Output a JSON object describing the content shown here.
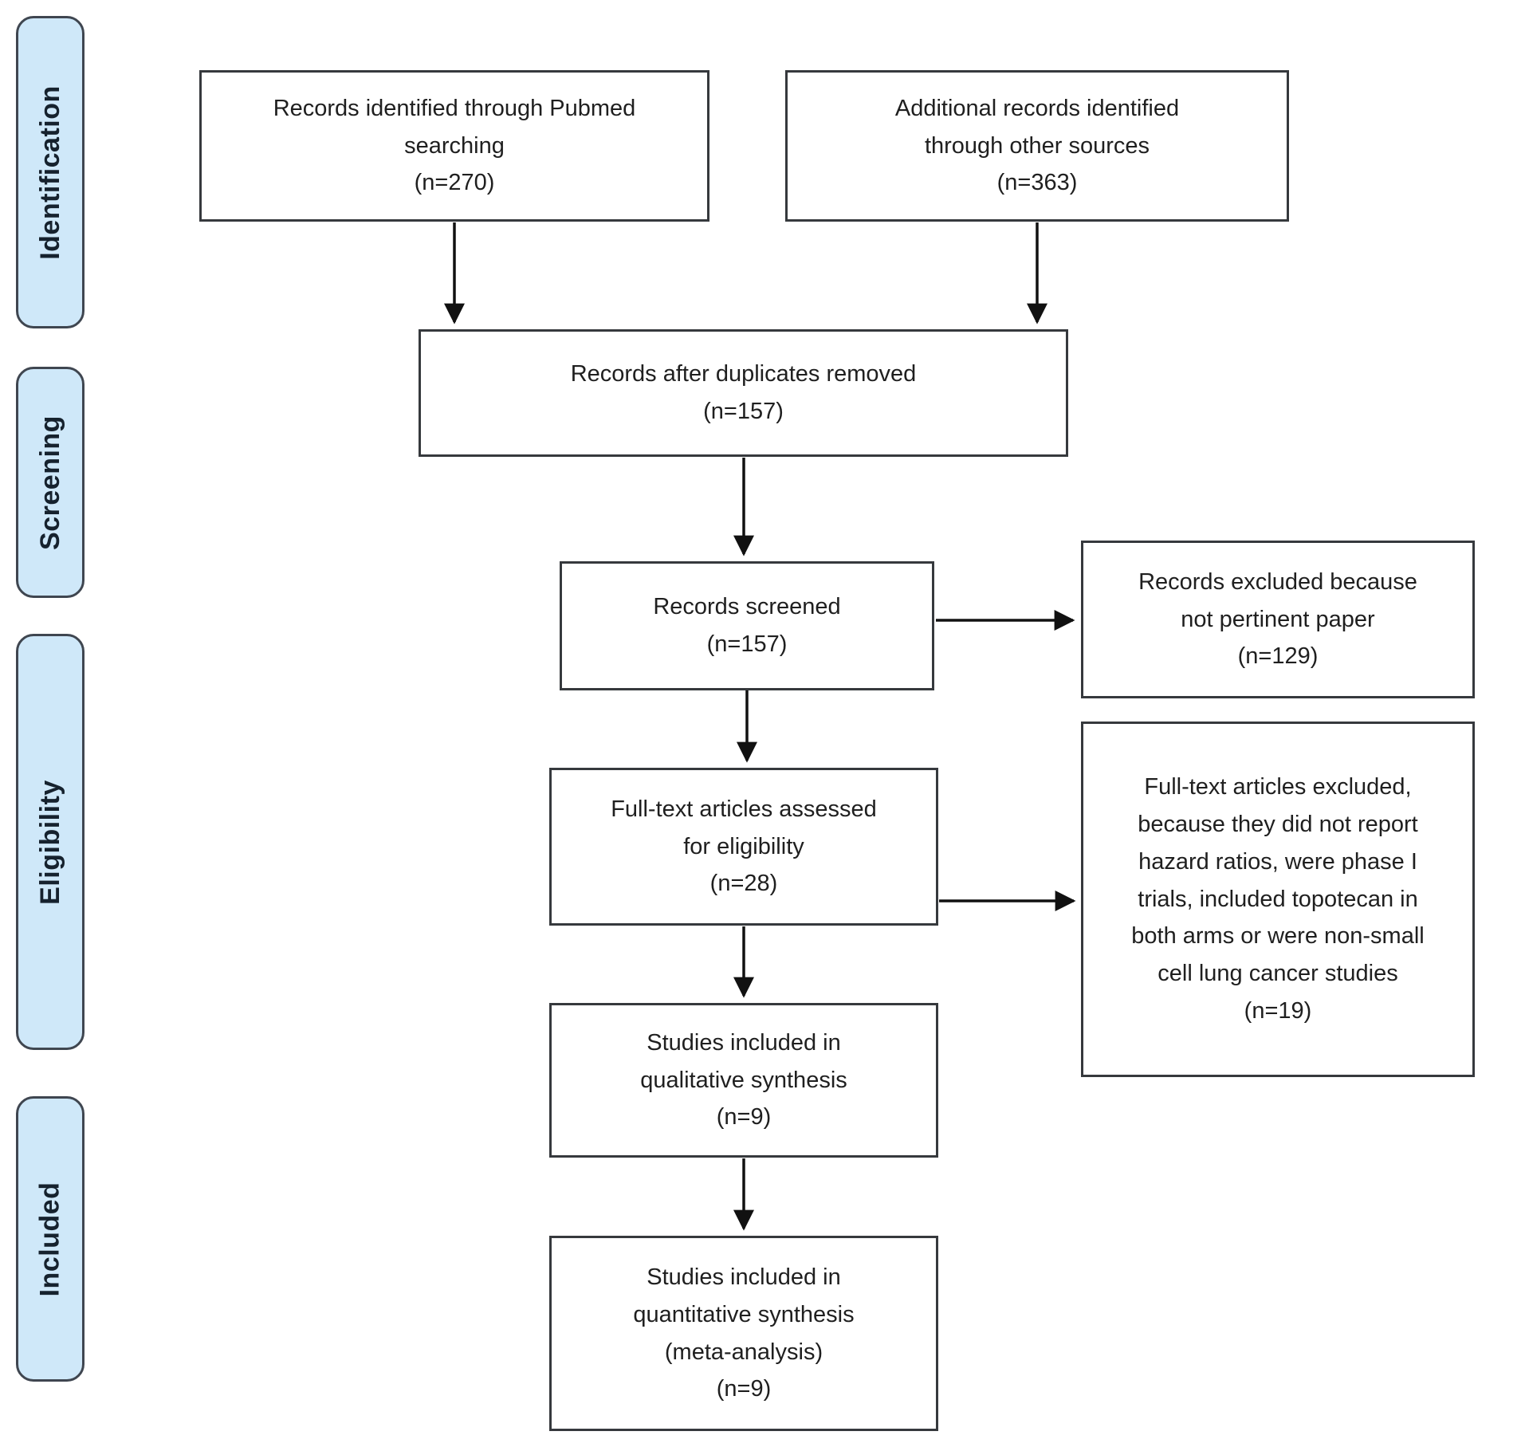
{
  "colors": {
    "background": "#ffffff",
    "stage_pill_fill": "#cfe8f9",
    "stage_pill_border": "#3f4650",
    "stage_pill_text": "#16222e",
    "box_border": "#36393d",
    "box_text": "#1f1f1f",
    "arrow": "#111111"
  },
  "stages": [
    {
      "label": "Identification"
    },
    {
      "label": "Screening"
    },
    {
      "label": "Eligibility"
    },
    {
      "label": "Included"
    }
  ],
  "boxes": {
    "records_identified_pubmed": {
      "text": "Records identified through Pubmed\nsearching\n(n=270)",
      "n": 270
    },
    "additional_records_other_sources": {
      "text": "Additional records identified\nthrough other sources\n(n=363)",
      "n": 363
    },
    "records_after_duplicates_removed": {
      "text": "Records after duplicates removed\n(n=157)",
      "n": 157
    },
    "records_screened": {
      "text": "Records screened\n(n=157)",
      "n": 157
    },
    "records_excluded": {
      "text": "Records excluded because\nnot pertinent paper\n(n=129)",
      "n": 129
    },
    "fulltext_assessed": {
      "text": "Full-text articles assessed\nfor eligibility\n(n=28)",
      "n": 28
    },
    "fulltext_excluded": {
      "text": "Full-text articles excluded,\nbecause they did not report\nhazard ratios, were phase I\ntrials, included topotecan in\nboth arms or were non-small\ncell lung cancer studies\n(n=19)",
      "n": 19
    },
    "qualitative_synthesis": {
      "text": "Studies included in\nqualitative synthesis\n(n=9)",
      "n": 9
    },
    "quantitative_synthesis": {
      "text": "Studies included in\nquantitative synthesis\n(meta-analysis)\n(n=9)",
      "n": 9
    }
  }
}
